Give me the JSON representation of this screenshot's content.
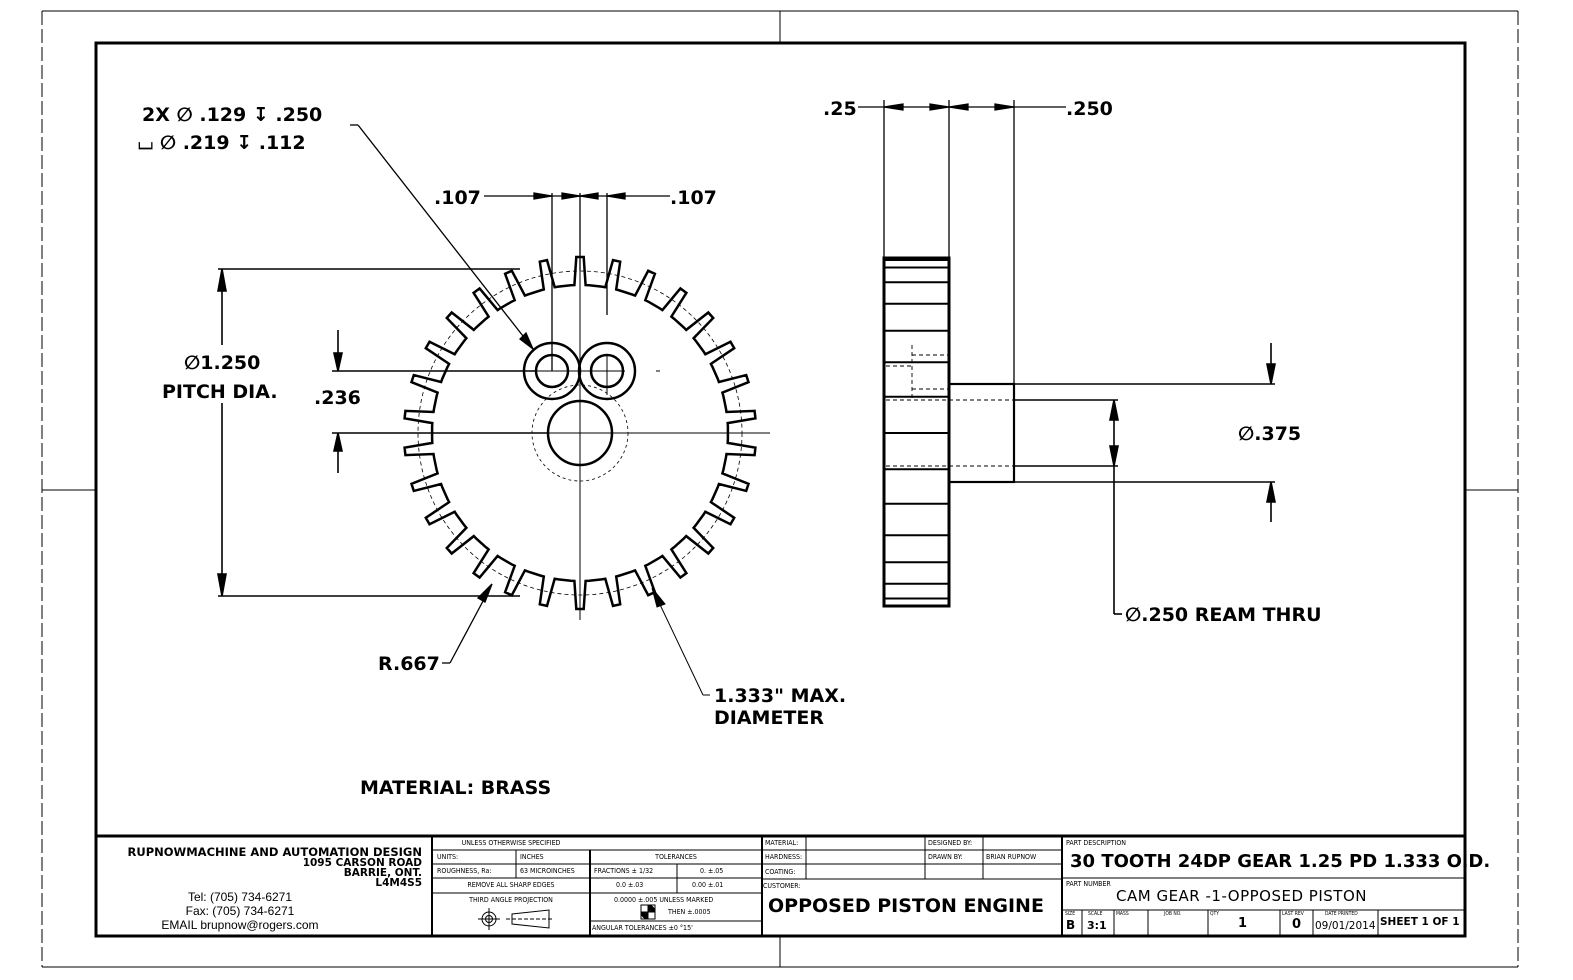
{
  "drawing": {
    "front_view": {
      "hole_callout_line1": "2X ∅ .129 ↧ .250",
      "hole_callout_line2": "⌴ ∅ .219 ↧ .112",
      "hole_spacing_left": ".107",
      "hole_spacing_right": ".107",
      "pitch_dia_value": "∅1.250",
      "pitch_dia_label": "PITCH DIA.",
      "hole_offset": ".236",
      "root_radius": "R.667",
      "max_dia_line1": "1.333\" MAX.",
      "max_dia_line2": "DIAMETER",
      "material_note": "MATERIAL:  BRASS",
      "tooth_count": 30
    },
    "side_view": {
      "width_left": ".25",
      "width_right": ".250",
      "hub_dia": "∅.375",
      "bore": "∅.250 REAM THRU"
    }
  },
  "title_block": {
    "company": {
      "name": "RUPNOWMACHINE AND AUTOMATION DESIGN",
      "street": "1095 CARSON ROAD",
      "city": "BARRIE, ONT.",
      "postal": "L4M4S5",
      "tel": "Tel: (705) 734-6271",
      "fax": "Fax: (705) 734-6271",
      "email": "EMAIL brupnow@rogers.com"
    },
    "tolerances": {
      "header": "UNLESS OTHERWISE SPECIFIED",
      "units_label": "UNITS:",
      "units_value": "INCHES",
      "roughness_label": "ROUGHNESS, Ra:",
      "roughness_value": "63 MICROINCHES",
      "sharp_edges": "REMOVE ALL SHARP EDGES",
      "projection": "THIRD ANGLE PROJECTION",
      "tol_header": "TOLERANCES",
      "fractions": "FRACTIONS ± 1/32",
      "t0": "0.   ±.05",
      "t1": "0.0    ±.03",
      "t2": "0.00    ±.01",
      "t4": "0.0000    ±.005 UNLESS MARKED",
      "then": "THEN  ±.0005",
      "angular": "ANGULAR TOLERANCES    ±0 °15'"
    },
    "info": {
      "material_label": "MATERIAL:",
      "material_value": "",
      "hardness_label": "HARDNESS:",
      "coating_label": "COATING:",
      "designed_by_label": "DESIGNED BY:",
      "designed_by": "",
      "drawn_by_label": "DRAWN BY:",
      "drawn_by": "BRIAN RUPNOW",
      "customer_label": "CUSTOMER:",
      "customer": "OPPOSED PISTON ENGINE"
    },
    "part": {
      "description_label": "PART DESCRIPTION",
      "description": "30 TOOTH 24DP GEAR 1.25 PD  1.333 O.D.",
      "number_label": "PART NUMBER",
      "number": "CAM GEAR -1-OPPOSED PISTON",
      "size_label": "SIZE",
      "size": "B",
      "scale_label": "SCALE",
      "scale": "3:1",
      "mass_label": "MASS",
      "job_label": "JOB NO.",
      "qty_label": "QTY",
      "qty": "1",
      "rev_label": "LAST REV",
      "rev": "0",
      "date_label": "DATE PRINTED",
      "date": "09/01/2014",
      "sheet": "SHEET 1 OF 1"
    }
  }
}
